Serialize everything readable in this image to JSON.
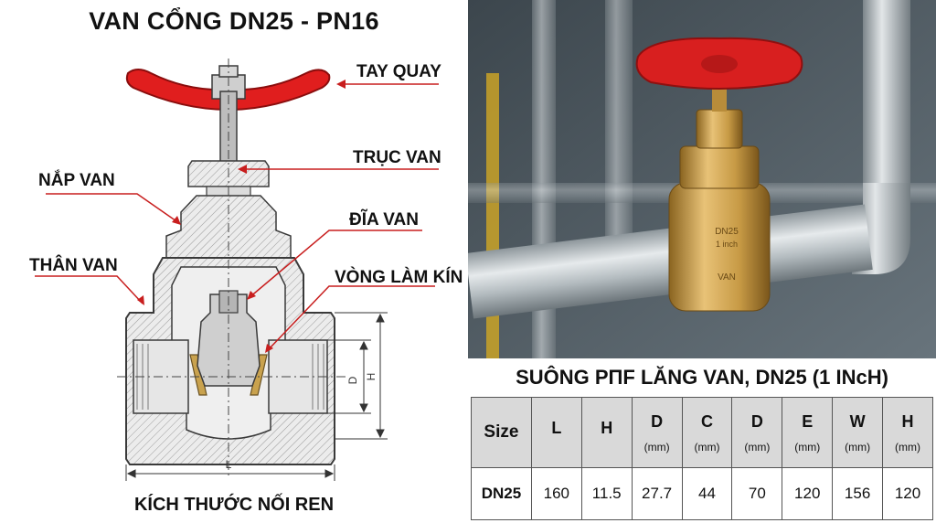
{
  "diagram": {
    "title": "VAN CỔNG DN25 - PN16",
    "footer": "KÍCH THƯỚC NỐI REN",
    "labels": {
      "handwheel": "TAY QUAY",
      "stem": "TRỤC VAN",
      "bonnet": "NẮP VAN",
      "disc": "ĐĨA VAN",
      "body": "THÂN VAN",
      "seal": "VÒNG LÀM KÍN"
    },
    "dimensions": {
      "l": "L",
      "d": "D",
      "h": "H"
    },
    "colors": {
      "handwheel": "#e01e1e",
      "body_fill": "#e4e4e4",
      "outline": "#3a3a3a",
      "leader": "#c81e1e",
      "seal": "#c9a24e"
    }
  },
  "photo": {
    "valve_marking_1": "DN25",
    "valve_marking_2": "1 inch",
    "valve_marking_3": "VAN",
    "colors": {
      "brass": "#c9a049",
      "handwheel": "#d81f1f",
      "pipe": "#b9c0c5",
      "background": "#4e5a62"
    }
  },
  "table": {
    "title": "SUÔNG PΠF LĂNG VAN, DN25 (1 INcH)",
    "size_header": "Size",
    "columns": [
      {
        "symbol": "L",
        "unit": ""
      },
      {
        "symbol": "H",
        "unit": ""
      },
      {
        "symbol": "D",
        "unit": "(mm)"
      },
      {
        "symbol": "C",
        "unit": "(mm)"
      },
      {
        "symbol": "D",
        "unit": "(mm)"
      },
      {
        "symbol": "E",
        "unit": "(mm)"
      },
      {
        "symbol": "W",
        "unit": "(mm)"
      },
      {
        "symbol": "H",
        "unit": "(mm)"
      }
    ],
    "rows": [
      {
        "size": "DN25",
        "values": [
          "160",
          "11.5",
          "27.7",
          "44",
          "70",
          "120",
          "156",
          "120"
        ]
      }
    ]
  }
}
